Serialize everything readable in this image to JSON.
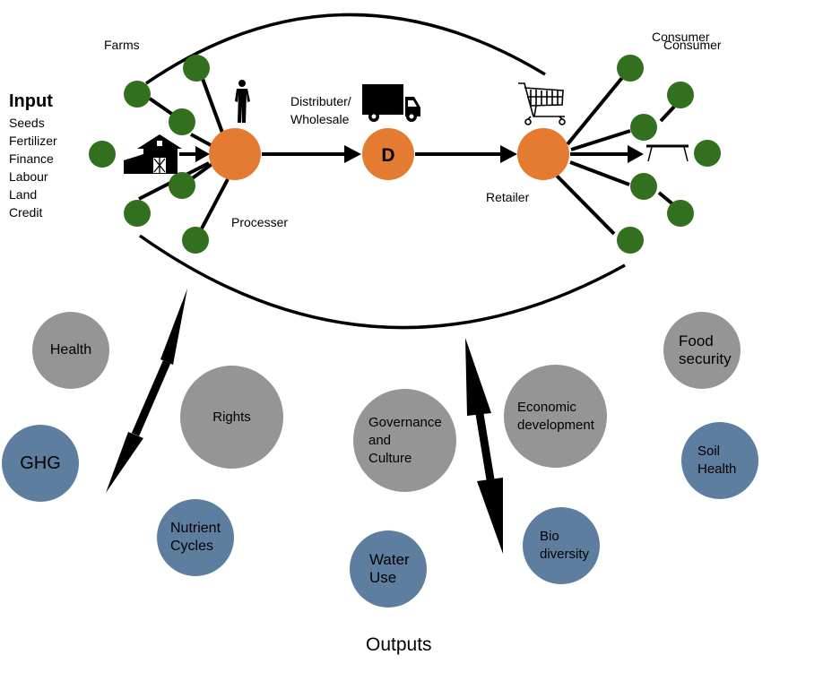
{
  "colors": {
    "farm_node": "#32701f",
    "hub_node": "#e47b31",
    "social_outcome": "#959595",
    "environmental_outcome": "#5e7e9f",
    "edge": "#000000"
  },
  "input": {
    "title": "Input",
    "items": [
      "Seeds",
      "Fertilizer",
      "Finance",
      "Labour",
      "Land",
      "Credit"
    ]
  },
  "supply_chain": {
    "farms_label": "Farms",
    "processor_label": "Processer",
    "distributor_label": "Distributer/\nWholesale",
    "distributor_node_letter": "D",
    "retailer_label": "Retailer",
    "consumer_label_1": "Consumer",
    "consumer_label_2": "Consumer",
    "icons": [
      "barn-icon",
      "farmer-person-icon",
      "delivery-truck-icon",
      "shopping-cart-icon",
      "table-icon"
    ]
  },
  "outcomes": {
    "health": "Health",
    "rights": "Rights",
    "ghg": "GHG",
    "nutrient_cycles": "Nutrient\nCycles",
    "governance": "Governance\nand\nCulture",
    "economic": "Economic\ndevelopment",
    "water_use": "Water\nUse",
    "biodiversity": "Bio\ndiversity",
    "food_security": "Food\nsecurity",
    "soil_health": "Soil\nHealth"
  },
  "outputs_label": "Outputs"
}
